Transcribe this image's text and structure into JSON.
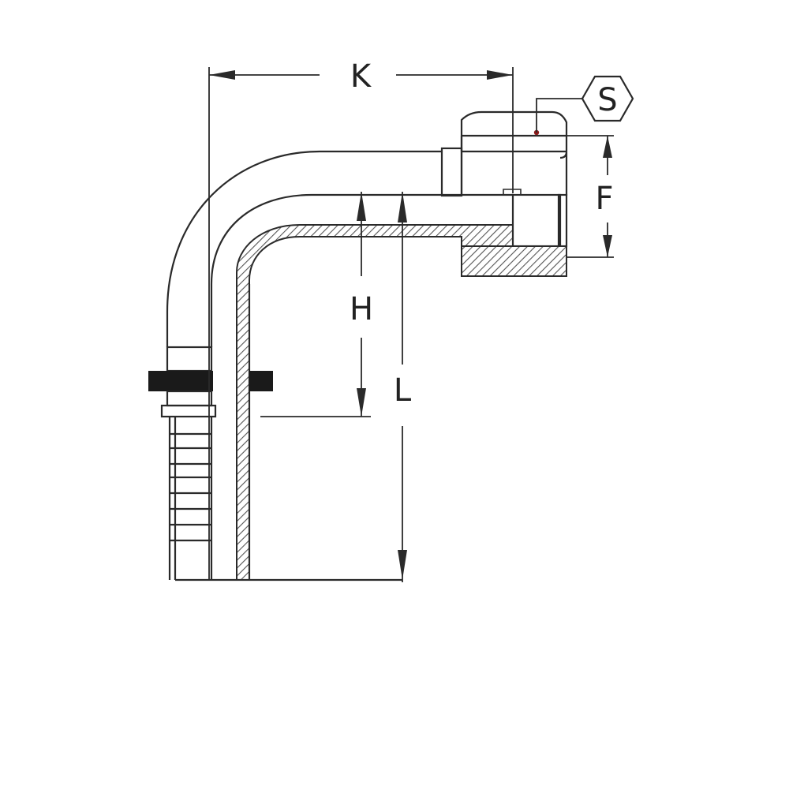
{
  "diagram": {
    "labels": {
      "k": "K",
      "s": "S",
      "f": "F",
      "h": "H",
      "l": "L"
    },
    "colors": {
      "line": "#2a2a2a",
      "fill": "#ffffff",
      "hatch": "#555555",
      "collar": "#1a1a1a",
      "marker": "#8b1a1a"
    }
  }
}
